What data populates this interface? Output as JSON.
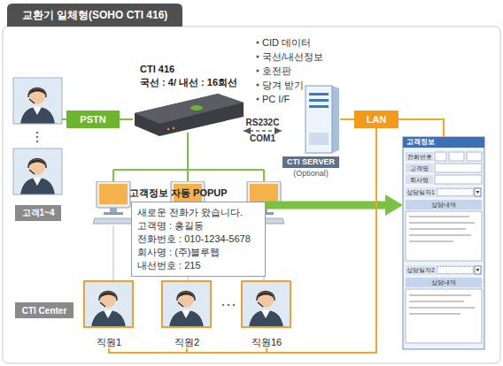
{
  "diagram": {
    "title": "교환기 일체형(SOHO CTI 416)",
    "nodes": [
      {
        "text": [
          "PSTN"
        ]
      },
      {
        "text": [
          "CTI 416",
          "국선 : 4/ 내선 : 16회선"
        ]
      },
      {
        "text": [
          "CTI SERVER",
          "(Optional)"
        ]
      },
      {
        "text": [
          "LAN"
        ]
      },
      {
        "text": [
          "고객1~4"
        ]
      },
      {
        "text": [
          "고객정보 자동 POPUP",
          "새로운 전화가 왔습니다.",
          "고객명 : 홍길동",
          "전화번호 : 010-1234-5678",
          "회사명 : (주)블루웹",
          "내선번호 : 215"
        ]
      },
      {
        "text": [
          "CTI Center"
        ]
      },
      {
        "text": [
          "직원1"
        ]
      },
      {
        "text": [
          "직원2"
        ]
      },
      {
        "text": [
          "직원16"
        ]
      },
      {
        "text": [
          "고객정보"
        ]
      }
    ],
    "edges": [
      {
        "from": 0,
        "to": 1,
        "arrow": "none"
      },
      {
        "from": 1,
        "to": 2,
        "arrow": "both",
        "label": "RS232C COM1"
      },
      {
        "from": 2,
        "to": 3,
        "arrow": "none"
      },
      {
        "from": 3,
        "to": 10,
        "arrow": "none"
      },
      {
        "from": 5,
        "to": 10,
        "arrow": "to"
      },
      {
        "from": 3,
        "to": 7,
        "arrow": "none"
      },
      {
        "from": 3,
        "to": 8,
        "arrow": "none"
      },
      {
        "from": 3,
        "to": 9,
        "arrow": "none"
      }
    ],
    "labels": [
      "CID 데이터",
      "국선/내선정보",
      "호전판",
      "당겨 받기",
      "PC I/F",
      "전화번호",
      "고객명",
      "회사명",
      "상담일자1",
      "상담내역",
      "상담일자2",
      "상담내역"
    ]
  }
}
